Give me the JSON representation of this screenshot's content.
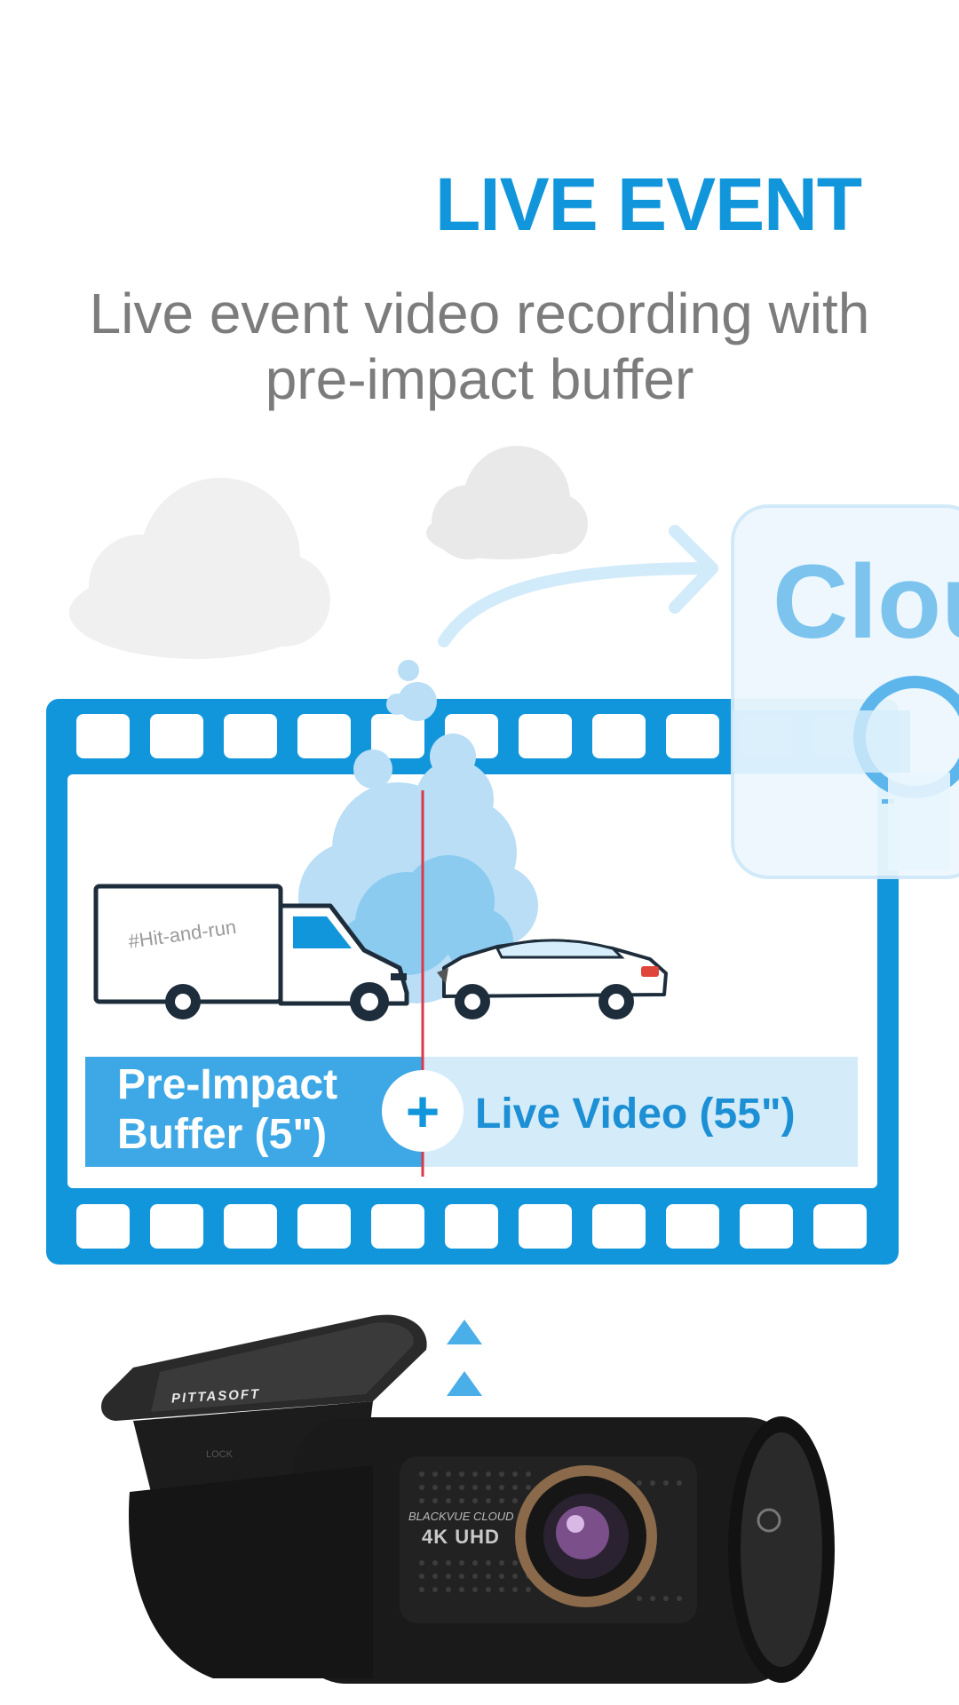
{
  "header": {
    "title": "LIVE EVENT",
    "subtitle_line1": "Live event video recording with",
    "subtitle_line2": "pre-impact buffer"
  },
  "illustration": {
    "cloud_label": "Clou",
    "truck_tag": "#Hit-and-run",
    "buffer_label_line1": "Pre-Impact",
    "buffer_label_line2": "Buffer (5\")",
    "plus_symbol": "+",
    "live_label": "Live Video (55\")",
    "camera_brand": "PITTASOFT",
    "camera_model_line1": "BLACKVUE CLOUD",
    "camera_model_line2": "4K UHD",
    "camera_lock_label": "LOCK"
  },
  "colors": {
    "accent": "#1296db",
    "subtitle": "#7c7c7c",
    "light_blue": "#d4ecfa"
  }
}
